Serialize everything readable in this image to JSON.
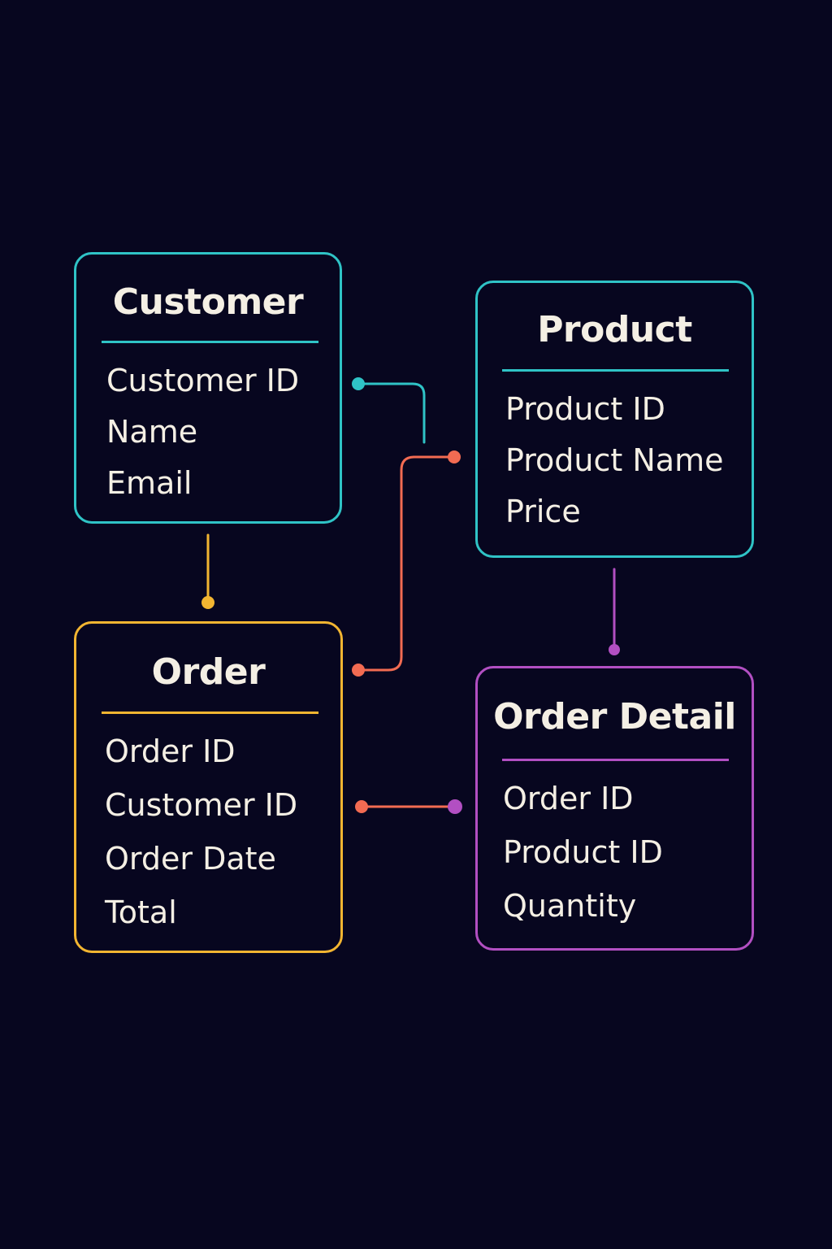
{
  "diagram": {
    "background": "#07061f",
    "text_color": "#f4efe4",
    "entities": [
      {
        "id": "customer",
        "title": "Customer",
        "color": "#2fc3c6",
        "fields": [
          "Customer ID",
          "Name",
          "Email"
        ]
      },
      {
        "id": "product",
        "title": "Product",
        "color": "#2fc3c6",
        "fields": [
          "Product ID",
          "Product Name",
          "Price"
        ]
      },
      {
        "id": "order",
        "title": "Order",
        "color": "#f2b531",
        "fields": [
          "Order ID",
          "Customer ID",
          "Order Date",
          "Total"
        ]
      },
      {
        "id": "order-detail",
        "title": "Order Detail",
        "color": "#b24fc2",
        "fields": [
          "Order ID",
          "Product ID",
          "Quantity"
        ]
      }
    ],
    "connectors": [
      {
        "id": "customer-product",
        "from": "customer",
        "to": "product",
        "color": "#2fc3c6"
      },
      {
        "id": "order-product",
        "from": "order",
        "to": "product",
        "color": "#f26b52"
      },
      {
        "id": "customer-order",
        "from": "customer",
        "to": "order",
        "color": "#f2b531"
      },
      {
        "id": "product-order-detail",
        "from": "product",
        "to": "order-detail",
        "color": "#b24fc2"
      },
      {
        "id": "order-order-detail",
        "from": "order",
        "to": "order-detail",
        "color": "#f26b52",
        "end_color": "#b24fc2"
      }
    ]
  }
}
